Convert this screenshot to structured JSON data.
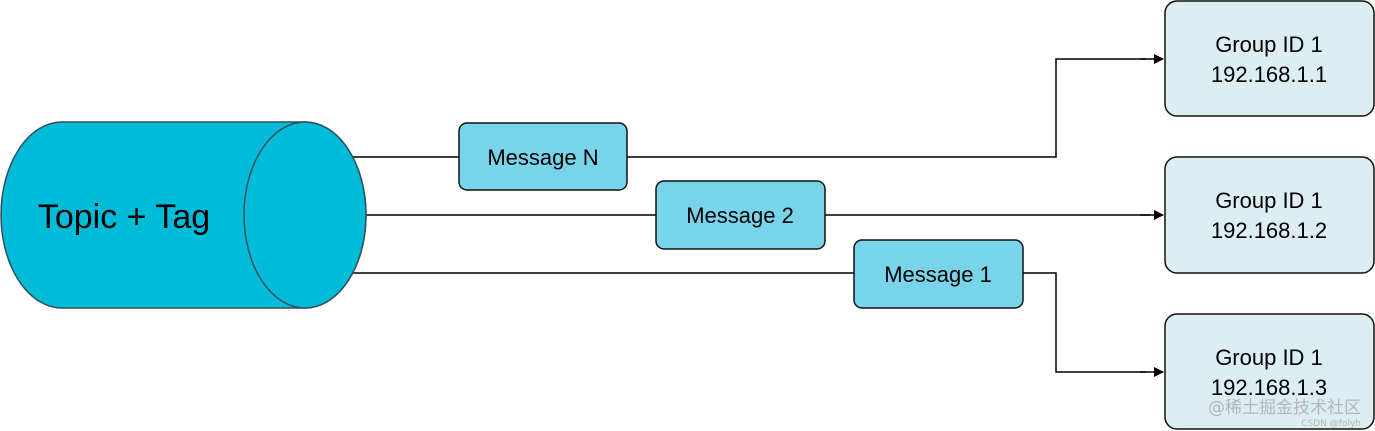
{
  "topic": {
    "label": "Topic + Tag"
  },
  "messages": [
    {
      "label": "Message N"
    },
    {
      "label": "Message 2"
    },
    {
      "label": "Message 1"
    }
  ],
  "groups": [
    {
      "name": "Group ID 1",
      "ip": "192.168.1.1"
    },
    {
      "name": "Group ID 1",
      "ip": "192.168.1.2"
    },
    {
      "name": "Group ID 1",
      "ip": "192.168.1.3"
    }
  ],
  "watermark": {
    "main": "@稀土掘金技术社区",
    "sub": "CSDN @folyh"
  },
  "colors": {
    "cylinder_fill": "#00bcd9",
    "cylinder_stroke": "#2f4f5f",
    "message_fill": "#78d4ea",
    "group_fill": "#ddeef3",
    "box_stroke": "#111111",
    "line": "#000000"
  }
}
